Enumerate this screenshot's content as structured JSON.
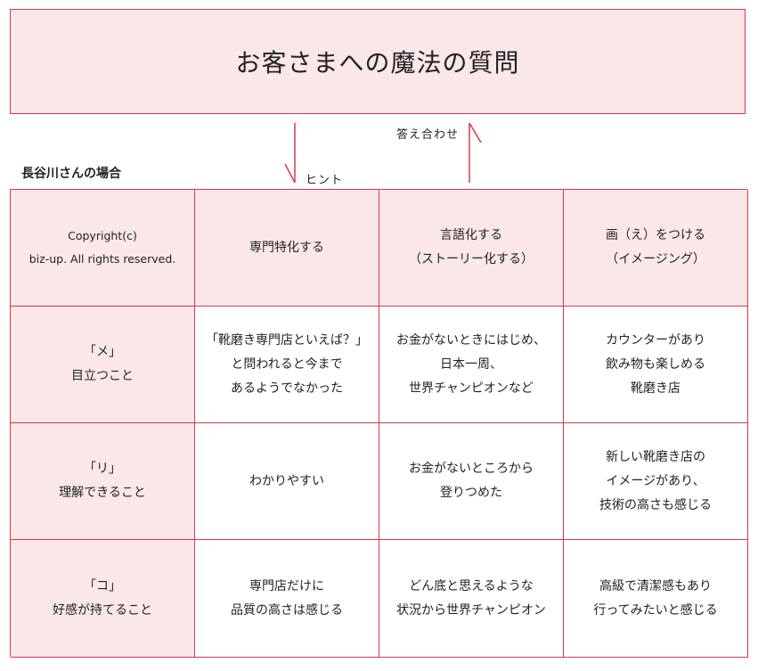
{
  "title": "お客さまへの魔法の質問",
  "arrows": {
    "hint": "ヒント",
    "answer": "答え合わせ",
    "color": "#d23a4b"
  },
  "case_label": "長谷川さんの場合",
  "colors": {
    "border": "#d23a4b",
    "header_fill": "#fbe7e8",
    "body_fill": "#ffffff"
  },
  "table": {
    "corner": "Copyright(c)\nbiz-up. All rights reserved.",
    "columns": [
      "専門特化する",
      "言語化する\n（ストーリー化する）",
      "画（え）をつける\n（イメージング）"
    ],
    "rows": [
      {
        "header": "「メ」\n目立つこと",
        "cells": [
          "「靴磨き専門店といえば？」\nと問われると今まで\nあるようでなかった",
          "お金がないときにはじめ、\n日本一周、\n世界チャンピオンなど",
          "カウンターがあり\n飲み物も楽しめる\n靴磨き店"
        ]
      },
      {
        "header": "「リ」\n理解できること",
        "cells": [
          "わかりやすい",
          "お金がないところから\n登りつめた",
          "新しい靴磨き店の\nイメージがあり、\n技術の高さも感じる"
        ]
      },
      {
        "header": "「コ」\n好感が持てること",
        "cells": [
          "専門店だけに\n品質の高さは感じる",
          "どん底と思えるような\n状況から世界チャンピオン",
          "高級で清潔感もあり\n行ってみたいと感じる"
        ]
      }
    ]
  }
}
